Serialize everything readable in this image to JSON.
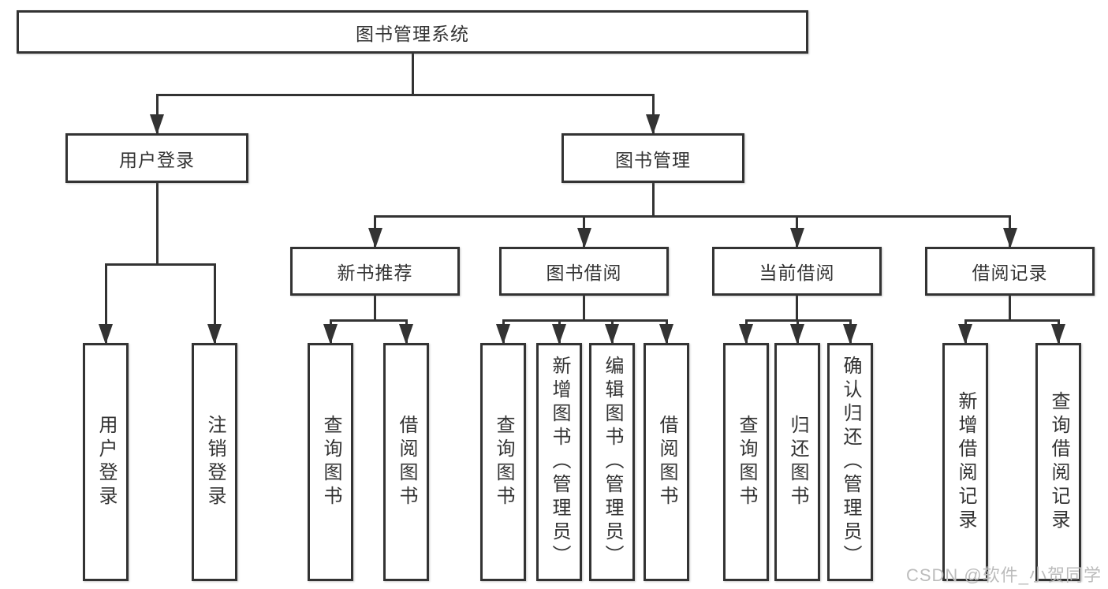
{
  "colors": {
    "background": "#ffffff",
    "box_background": "#ffffff",
    "line": "#333333",
    "text": "#333333",
    "watermark": "#bcbcbc"
  },
  "watermark": {
    "text": "CSDN @软件_小贺同学"
  },
  "diagram": {
    "title": "图书管理系统",
    "nodes": [
      {
        "id": "system",
        "label": "图书管理系统"
      },
      {
        "id": "user-login",
        "label": "用户登录"
      },
      {
        "id": "book-mgmt",
        "label": "图书管理"
      },
      {
        "id": "new-book-rec",
        "label": "新书推荐"
      },
      {
        "id": "book-borrow",
        "label": "图书借阅"
      },
      {
        "id": "current-borrow",
        "label": "当前借阅"
      },
      {
        "id": "borrow-records",
        "label": "借阅记录"
      },
      {
        "id": "user-login-op",
        "label": "用户登录"
      },
      {
        "id": "logout-op",
        "label": "注销登录"
      },
      {
        "id": "query-book-1",
        "label": "查询图书"
      },
      {
        "id": "borrow-book-1",
        "label": "借阅图书"
      },
      {
        "id": "query-book-2",
        "label": "查询图书"
      },
      {
        "id": "add-book",
        "label": "新增图书（管理员）"
      },
      {
        "id": "edit-book",
        "label": "编辑图书（管理员）"
      },
      {
        "id": "borrow-book-2",
        "label": "借阅图书"
      },
      {
        "id": "query-book-3",
        "label": "查询图书"
      },
      {
        "id": "return-book",
        "label": "归还图书"
      },
      {
        "id": "confirm-return",
        "label": "确认归还（管理员）"
      },
      {
        "id": "add-borrow-record",
        "label": "新增借阅记录"
      },
      {
        "id": "query-borrow-record",
        "label": "查询借阅记录"
      }
    ],
    "edges": [
      {
        "parent": "system",
        "children": [
          "user-login",
          "book-mgmt"
        ]
      },
      {
        "parent": "user-login",
        "children": [
          "user-login-op",
          "logout-op"
        ]
      },
      {
        "parent": "book-mgmt",
        "children": [
          "new-book-rec",
          "book-borrow",
          "current-borrow",
          "borrow-records"
        ]
      },
      {
        "parent": "new-book-rec",
        "children": [
          "query-book-1",
          "borrow-book-1"
        ]
      },
      {
        "parent": "book-borrow",
        "children": [
          "query-book-2",
          "add-book",
          "edit-book",
          "borrow-book-2"
        ]
      },
      {
        "parent": "current-borrow",
        "children": [
          "query-book-3",
          "return-book",
          "confirm-return"
        ]
      },
      {
        "parent": "borrow-records",
        "children": [
          "add-borrow-record",
          "query-borrow-record"
        ]
      }
    ]
  }
}
